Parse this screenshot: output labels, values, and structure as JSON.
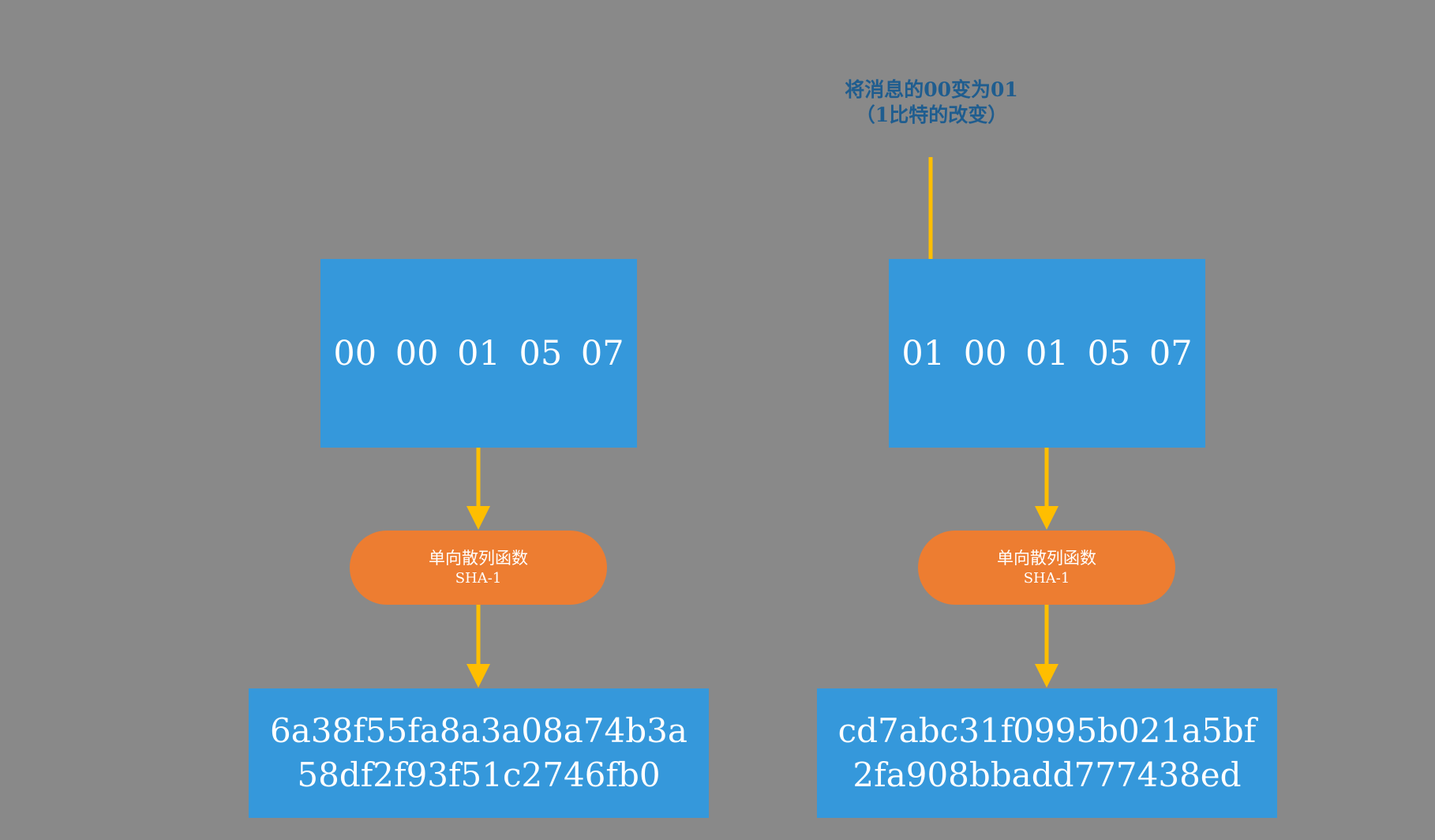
{
  "colors": {
    "background": "#898989",
    "box": "#3598DB",
    "function": "#ED7D31",
    "arrow": "#FFBE00",
    "note_text": "#1F5D8F",
    "text": "#FFFFFF"
  },
  "annotation": {
    "line1": "将消息的00变为01",
    "line2": "（1比特的改变）"
  },
  "left": {
    "message": "00 00 01 05 07",
    "function_name": "单向散列函数",
    "function_algo": "SHA-1",
    "hash_line1": "6a38f55fa8a3a08a74b3a",
    "hash_line2": "58df2f93f51c2746fb0"
  },
  "right": {
    "message": "01 00 01 05 07",
    "function_name": "单向散列函数",
    "function_algo": "SHA-1",
    "hash_line1": "cd7abc31f0995b021a5bf",
    "hash_line2": "2fa908bbadd777438ed"
  }
}
